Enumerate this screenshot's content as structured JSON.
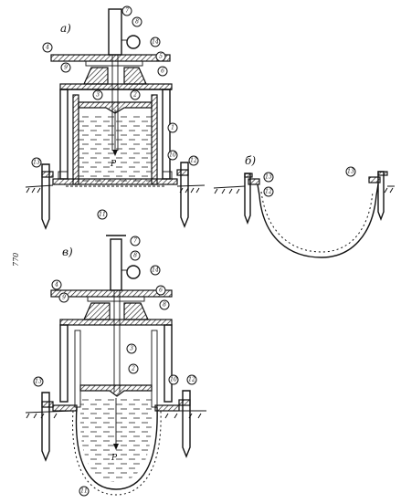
{
  "figure": {
    "panel_labels": {
      "a": "а)",
      "b": "б)",
      "c": "в)"
    },
    "side_mark": "770",
    "pressure_label_a": "P",
    "pressure_label_c": "P",
    "callouts_a": [
      "7",
      "8",
      "14",
      "4",
      "5",
      "9",
      "6",
      "3",
      "2",
      "1",
      "10",
      "13",
      "12",
      "11"
    ],
    "callouts_b": [
      "13",
      "12",
      "13"
    ],
    "callouts_c": [
      "7",
      "8",
      "14",
      "4",
      "6",
      "9",
      "8",
      "3",
      "2",
      "10",
      "12",
      "13",
      "11"
    ]
  }
}
